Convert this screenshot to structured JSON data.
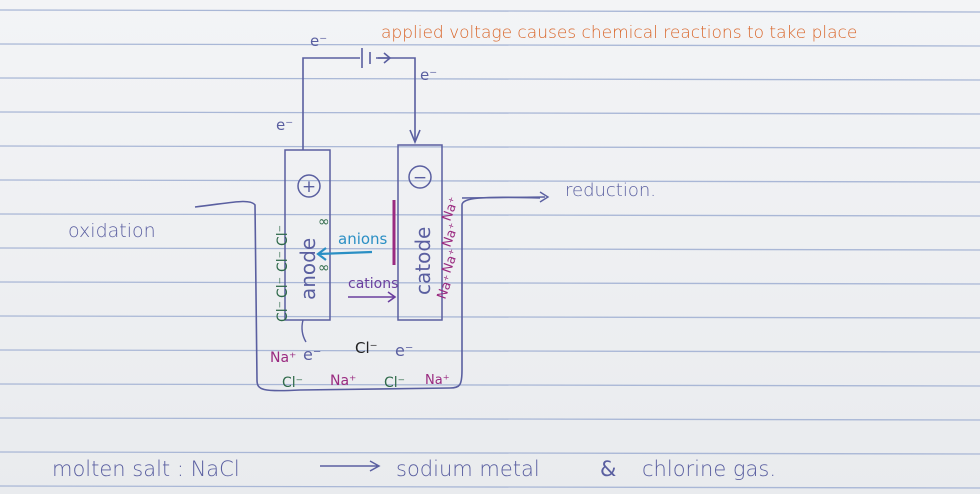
{
  "colors": {
    "ink": "#5a5fa0",
    "orange": "#d9662a",
    "green": "#2f6a4a",
    "magenta": "#9a2a80",
    "cyan": "#2a8fc4",
    "purple": "#6a3f9e",
    "line": "#a9b7d6"
  },
  "top": {
    "electron_left": "e⁻",
    "electron_right": "e⁻",
    "electron_wire": "e⁻",
    "note": "applied voltage causes chemical reactions to take place"
  },
  "labels": {
    "oxidation": "oxidation",
    "reduction": "reduction.",
    "anode": "anode",
    "cathode": "catode",
    "anode_sign": "+",
    "cathode_sign": "−",
    "anions": "anions",
    "cations": "cations"
  },
  "ions": {
    "cl": "Cl⁻",
    "na": "Na⁺",
    "e": "e⁻"
  },
  "bottom": {
    "lhs": "molten salt : NaCl",
    "rhs": "sodium metal",
    "and": "&",
    "product2": "chlorine gas."
  }
}
